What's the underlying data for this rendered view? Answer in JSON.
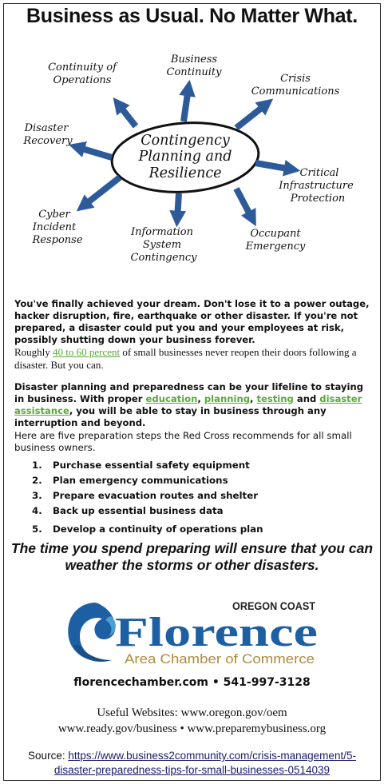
{
  "headline": "Business as Usual. No Matter What.",
  "diagram": {
    "center": [
      "Contingency",
      "Planning and",
      "Resilience"
    ],
    "nodes": [
      {
        "id": "continuity-of-operations",
        "lines": [
          "Continuity of",
          "Operations"
        ]
      },
      {
        "id": "business-continuity",
        "lines": [
          "Business",
          "Continuity"
        ]
      },
      {
        "id": "crisis-communications",
        "lines": [
          "Crisis",
          "Communications"
        ]
      },
      {
        "id": "disaster-recovery",
        "lines": [
          "Disaster",
          "Recovery"
        ]
      },
      {
        "id": "critical-infrastructure-protection",
        "lines": [
          "Critical",
          "Infrastructure",
          "Protection"
        ]
      },
      {
        "id": "cyber-incident-response",
        "lines": [
          "Cyber",
          "Incident",
          "Response"
        ]
      },
      {
        "id": "information-system-contingency",
        "lines": [
          "Information",
          "System",
          "Contingency"
        ]
      },
      {
        "id": "occupant-emergency",
        "lines": [
          "Occupant",
          "Emergency"
        ]
      }
    ],
    "arrow_color": "#2d5b9a"
  },
  "paragraphs": {
    "p1": "You've finally achieved your dream. Don't lose it to a power outage, hacker disruption, fire, earthquake or other disaster. If you're not prepared, a disaster could put you and your employees at risk, possibly shutting down your business forever.",
    "p2_before": "Roughly ",
    "p2_link": "40 to 60 percent",
    "p2_after": " of small businesses never reopen their doors following a disaster. But you can.",
    "p3_before": "Disaster planning and preparedness can be your lifeline to staying in business. With proper ",
    "p3_link1": "education",
    "p3_sep1": ", ",
    "p3_link2": "planning",
    "p3_sep2": ", ",
    "p3_link3": "testing",
    "p3_sep3": " and ",
    "p3_link4": "disaster assistance",
    "p3_after": ", you will be able to stay in business through any interruption and beyond.",
    "p4": "Here are five preparation steps the Red Cross recommends for all small business owners."
  },
  "steps": [
    {
      "num": "1.",
      "text": "Purchase essential safety equipment"
    },
    {
      "num": "2.",
      "text": "Plan emergency communications"
    },
    {
      "num": "3.",
      "text": "Prepare evacuation routes and shelter"
    },
    {
      "num": "4.",
      "text": "Back up essential business data"
    },
    {
      "num": "5.",
      "text": "Develop a continuity of operations plan"
    }
  ],
  "tagline": "The time you spend preparing will ensure that you can weather the storms or other disasters.",
  "logo": {
    "region": "OREGON COAST",
    "name": "Florence",
    "subtitle": "Area Chamber of Commerce",
    "name_color": "#1d5fa3",
    "subtitle_color": "#b08a3e"
  },
  "contact": "florencechamber.com • 541-997-3128",
  "useful": {
    "line1": "Useful Websites: www.oregon.gov/oem",
    "line2": "www.ready.gov/business • www.preparemybusiness.org"
  },
  "source": {
    "label": "Source: ",
    "line1": "https://www.business2community.com/crisis-management/5-",
    "line2": "disaster-preparedness-tips-for-small-businesses-0514039"
  }
}
